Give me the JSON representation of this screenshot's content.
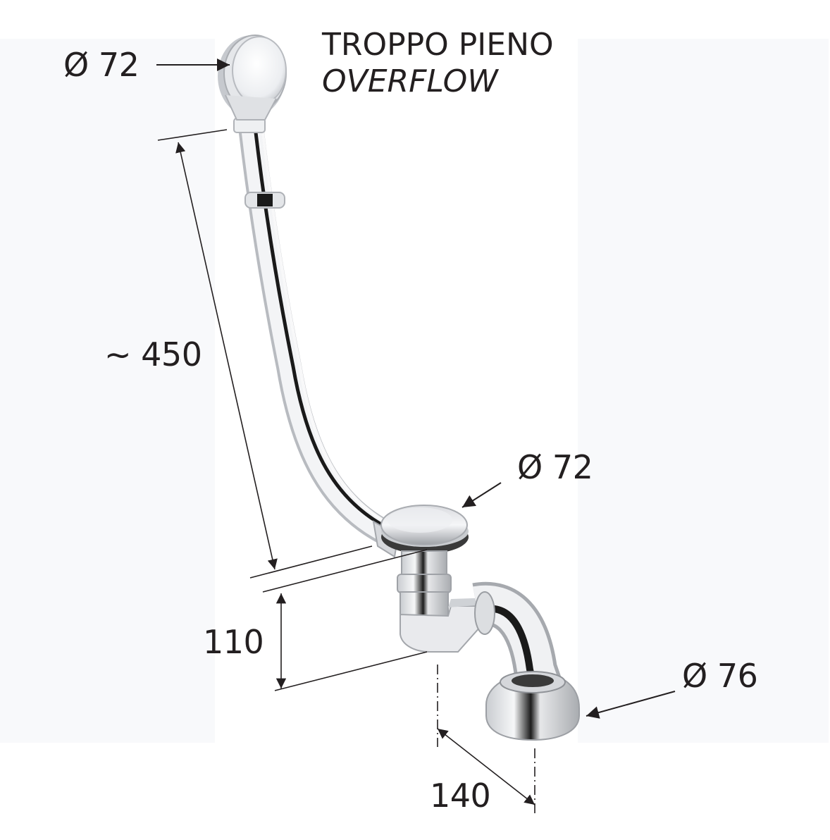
{
  "title": {
    "italian": "TROPPO PIENO",
    "english": "OVERFLOW"
  },
  "dimensions": {
    "overflow_diameter": "Ø 72",
    "pipe_length": "~ 450",
    "drain_diameter": "Ø 72",
    "trap_height": "110",
    "outlet_diameter": "Ø 76",
    "outlet_offset": "140"
  },
  "colors": {
    "ink": "#231f20",
    "panel": "#f8f9fb",
    "chrome_light": "#f2f3f5",
    "chrome_mid": "#c4c7cc",
    "chrome_dark": "#1a1a1a"
  },
  "diagram": {
    "subject": "bath waste and overflow set",
    "parts": [
      "overflow-head",
      "overflow-pipe",
      "drain-plug",
      "trap-body",
      "elbow",
      "outlet-flange"
    ]
  }
}
